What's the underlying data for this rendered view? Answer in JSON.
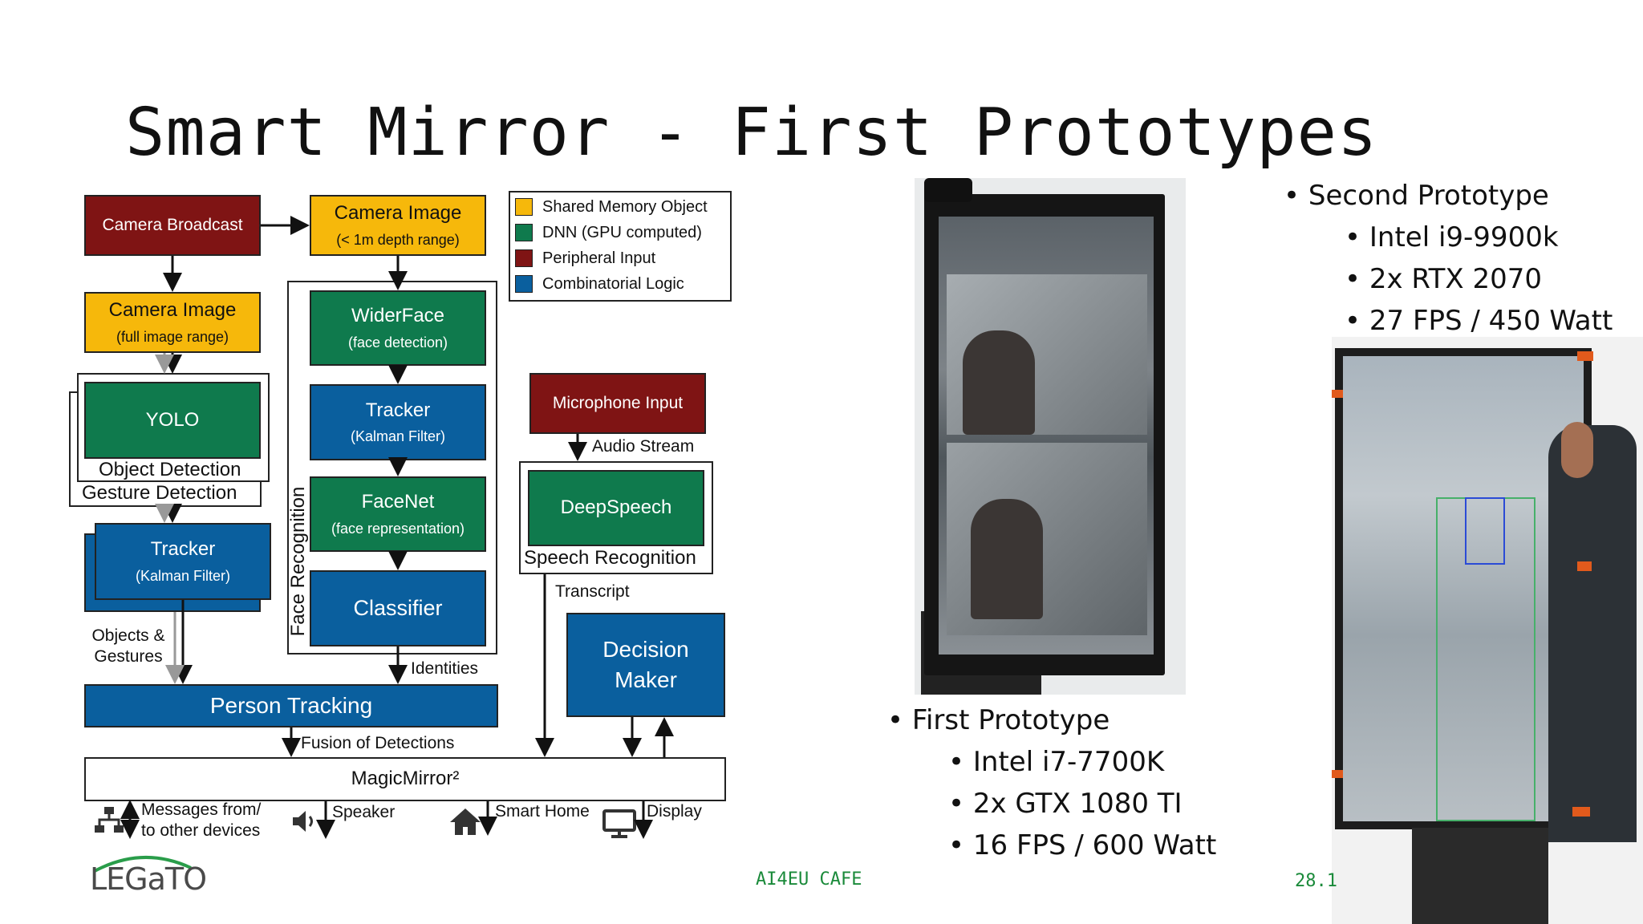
{
  "slide": {
    "title": "Smart Mirror - First Prototypes"
  },
  "legend": {
    "items": [
      {
        "label": "Shared Memory Object",
        "color": "#f6b80b"
      },
      {
        "label": "DNN (GPU computed)",
        "color": "#0f7a4d"
      },
      {
        "label": "Peripheral Input",
        "color": "#7f1414"
      },
      {
        "label": "Combinatorial Logic",
        "color": "#0a5f9e"
      }
    ]
  },
  "diagram": {
    "camera_broadcast": "Camera Broadcast",
    "camera_image_depth": {
      "main": "Camera Image",
      "sub": "(< 1m depth range)"
    },
    "camera_image_full": {
      "main": "Camera Image",
      "sub": "(full image range)"
    },
    "yolo": "YOLO",
    "object_detection": "Object Detection",
    "gesture_detection": "Gesture Detection",
    "tracker_left": {
      "main": "Tracker",
      "sub": "(Kalman Filter)"
    },
    "widerface": {
      "main": "WiderFace",
      "sub": "(face detection)"
    },
    "tracker_right": {
      "main": "Tracker",
      "sub": "(Kalman Filter)"
    },
    "facenet": {
      "main": "FaceNet",
      "sub": "(face representation)"
    },
    "classifier": "Classifier",
    "face_recognition": "Face Recognition",
    "microphone_input": "Microphone Input",
    "audio_stream": "Audio Stream",
    "deepspeech": "DeepSpeech",
    "speech_recognition": "Speech Recognition",
    "transcript": "Transcript",
    "decision_maker": "Decision Maker",
    "objects_gestures": "Objects & Gestures",
    "identities": "Identities",
    "person_tracking": "Person Tracking",
    "fusion": "Fusion of Detections",
    "magicmirror": "MagicMirror²",
    "outputs": {
      "messages": "Messages from/ to other devices",
      "speaker": "Speaker",
      "smart_home": "Smart Home",
      "display": "Display"
    }
  },
  "first_prototype": {
    "heading": "First Prototype",
    "items": [
      "Intel i7-7700K",
      "2x GTX 1080 TI",
      "16 FPS / 600 Watt"
    ]
  },
  "second_prototype": {
    "heading": "Second Prototype",
    "items": [
      "Intel i9-9900k",
      "2x RTX 2070",
      "27 FPS / 450 Watt"
    ]
  },
  "footer": {
    "logo": "LEGaTO",
    "center": "AI4EU CAFE",
    "right": "28.1"
  }
}
